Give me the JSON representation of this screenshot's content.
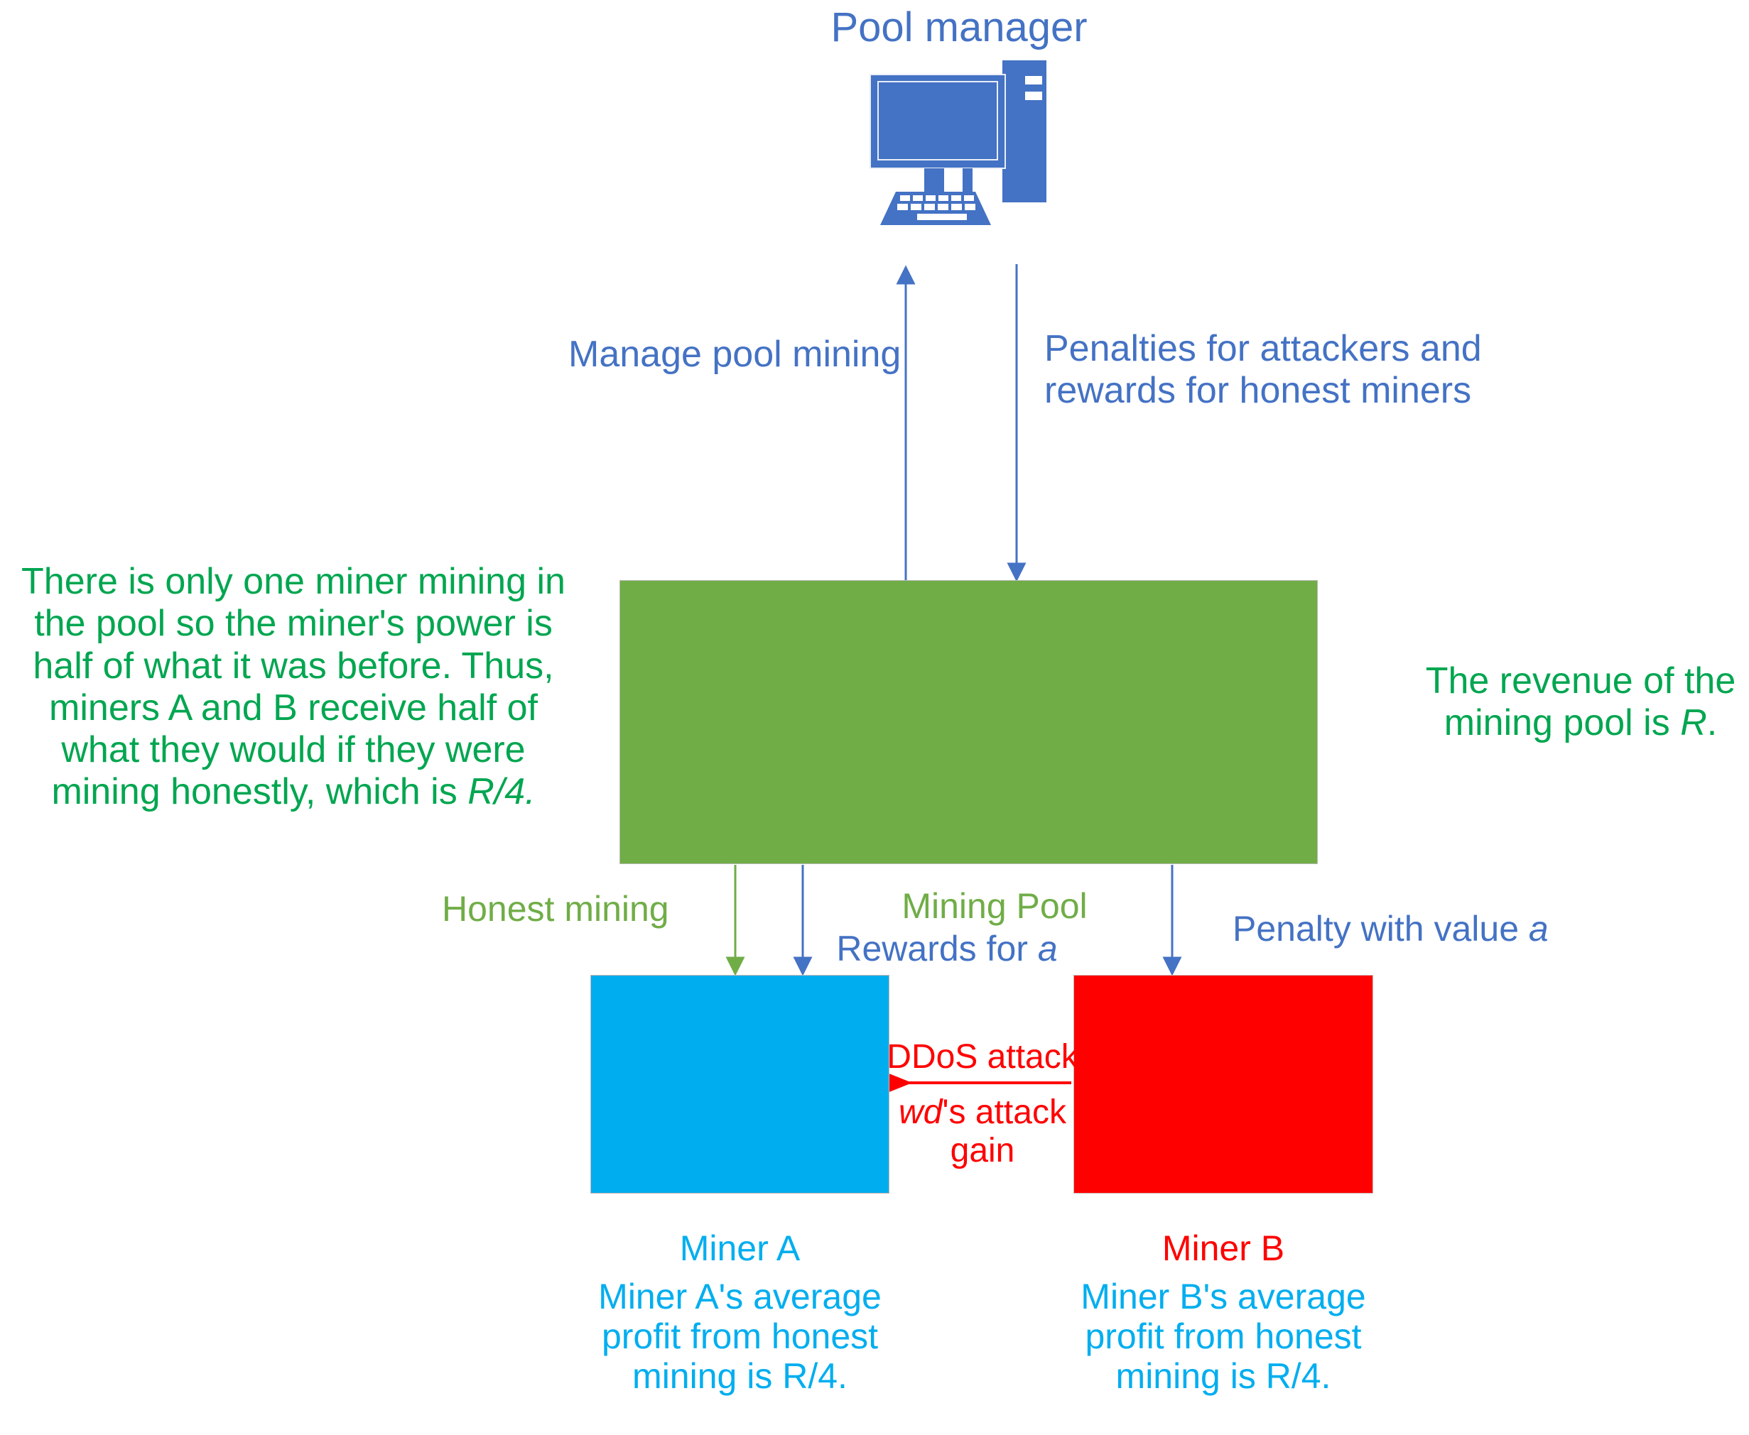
{
  "diagram": {
    "title": "Pool manager",
    "nodes": {
      "pool_manager": {
        "label": "Pool manager",
        "icon": "desktop-computer-icon",
        "color": "#4472C4"
      },
      "mining_pool": {
        "label": "Mining Pool",
        "color": "#70AD47"
      },
      "miner_a": {
        "name": "Miner A",
        "description": "Miner A's average profit from honest mining is R/4.",
        "color": "#00AEEF"
      },
      "miner_b": {
        "name": "Miner B",
        "description": "Miner B's average profit from honest mining is R/4.",
        "color": "#FF0000"
      }
    },
    "edges": {
      "manage_pool_mining": {
        "label": "Manage pool mining",
        "color": "#4472C4",
        "direction": "up"
      },
      "penalties_rewards": {
        "label": "Penalties for attackers and rewards for honest miners",
        "line1": "Penalties for attackers and",
        "line2": "rewards for honest miners",
        "color": "#4472C4",
        "direction": "down"
      },
      "honest_mining": {
        "label": "Honest mining",
        "color": "#70AD47",
        "direction": "down"
      },
      "rewards_for_a": {
        "label": "Rewards for a",
        "prefix": "Rewards for ",
        "variable": "a",
        "color": "#4472C4",
        "direction": "down"
      },
      "penalty_with_value_a": {
        "label": "Penalty with value a",
        "prefix": "Penalty with value ",
        "variable": "a",
        "color": "#4472C4",
        "direction": "down"
      },
      "ddos_attack": {
        "label": "DDoS attack",
        "color": "#FF0000",
        "direction": "left"
      },
      "wd_attack_gain": {
        "label": "wd's attack gain",
        "variable": "wd",
        "suffix": "'s attack",
        "line2": "gain",
        "color": "#FF0000"
      }
    },
    "annotations": {
      "left_note": {
        "text": "There is only one miner mining in the pool so the miner's power is half of what it was before. Thus, miners A and B receive half of what they would if they were mining honestly, which is R/4.",
        "lines": [
          "There is only one miner mining in",
          "the pool so the miner's power is",
          "half of what it was before. Thus,",
          "miners A and B receive half of",
          "what they would if they were",
          "mining honestly, which is "
        ],
        "italic_tail": "R/4.",
        "color": "#00A650"
      },
      "right_note": {
        "text": "The revenue of the mining pool is R.",
        "line1": "The revenue of the",
        "line2_prefix": "mining pool is ",
        "italic_tail": "R",
        "line2_suffix": ".",
        "color": "#00A650"
      }
    },
    "miner_labels": {
      "a_line1": "Miner A's average",
      "a_line2": "profit from honest",
      "a_line3": "mining is R/4.",
      "b_line1": "Miner B's average",
      "b_line2": "profit from honest",
      "b_line3": "mining is R/4."
    },
    "colors": {
      "blue": "#4472C4",
      "green_box": "#70AD47",
      "green_text": "#00A650",
      "cyan": "#00AEEF",
      "red": "#FF0000",
      "background": "#FFFFFF"
    }
  }
}
